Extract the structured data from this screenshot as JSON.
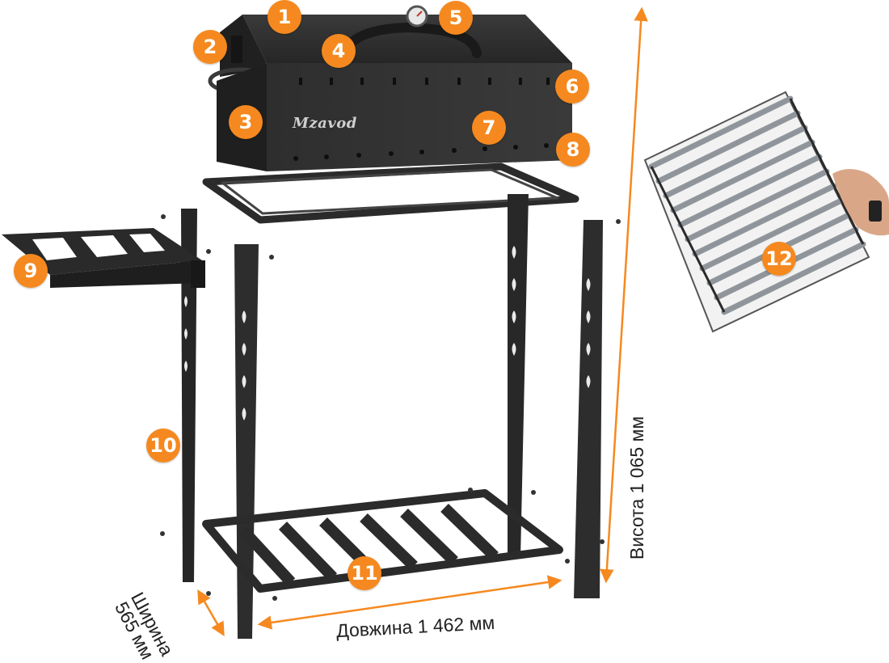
{
  "brand": {
    "logo_text": "Mzavod"
  },
  "callouts": [
    "1",
    "2",
    "3",
    "4",
    "5",
    "6",
    "7",
    "8",
    "9",
    "10",
    "11",
    "12"
  ],
  "dimensions": {
    "height": "Висота 1 065 мм",
    "length": "Довжина 1 462 мм",
    "width_word": "Ширина",
    "width_value": "565 мм"
  },
  "colors": {
    "accent": "#F5891F",
    "metal": "#2b2b2b",
    "steel": "#9aa0a6"
  }
}
